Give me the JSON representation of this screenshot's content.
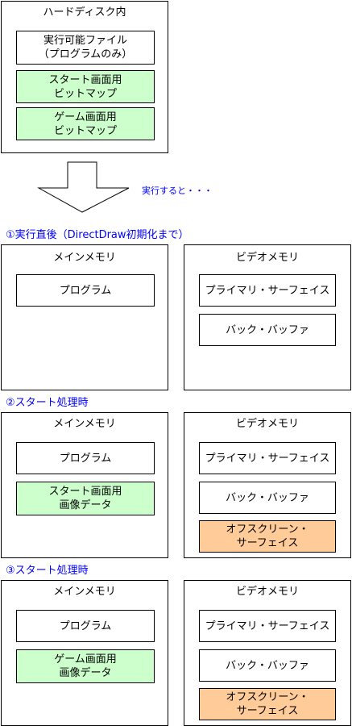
{
  "harddisk": {
    "title": "ハードディスク内",
    "items": [
      {
        "line1": "実行可能ファイル",
        "line2": "（プログラムのみ）"
      },
      {
        "line1": "スタート画面用",
        "line2": "ビットマップ"
      },
      {
        "line1": "ゲーム画面用",
        "line2": "ビットマップ"
      }
    ]
  },
  "arrow_note": "実行すると・・・",
  "colors": {
    "green": "#ccffcc",
    "orange": "#ffcc99",
    "label_blue": "#0000ff"
  },
  "stages": [
    {
      "heading": "①実行直後（DirectDraw初期化まで）",
      "main": {
        "title": "メインメモリ",
        "program": "プログラム"
      },
      "video": {
        "title": "ビデオメモリ",
        "primary": "プライマリ・サーフェイス",
        "back": "バック・バッファ"
      }
    },
    {
      "heading": "②スタート処理時",
      "main": {
        "title": "メインメモリ",
        "program": "プログラム",
        "data_line1": "スタート画面用",
        "data_line2": "画像データ"
      },
      "video": {
        "title": "ビデオメモリ",
        "primary": "プライマリ・サーフェイス",
        "back": "バック・バッファ",
        "off_line1": "オフスクリーン・",
        "off_line2": "サーフェイス"
      }
    },
    {
      "heading": "③スタート処理時",
      "main": {
        "title": "メインメモリ",
        "program": "プログラム",
        "data_line1": "ゲーム画面用",
        "data_line2": "画像データ"
      },
      "video": {
        "title": "ビデオメモリ",
        "primary": "プライマリ・サーフェイス",
        "back": "バック・バッファ",
        "off_line1": "オフスクリーン・",
        "off_line2": "サーフェイス"
      }
    }
  ]
}
